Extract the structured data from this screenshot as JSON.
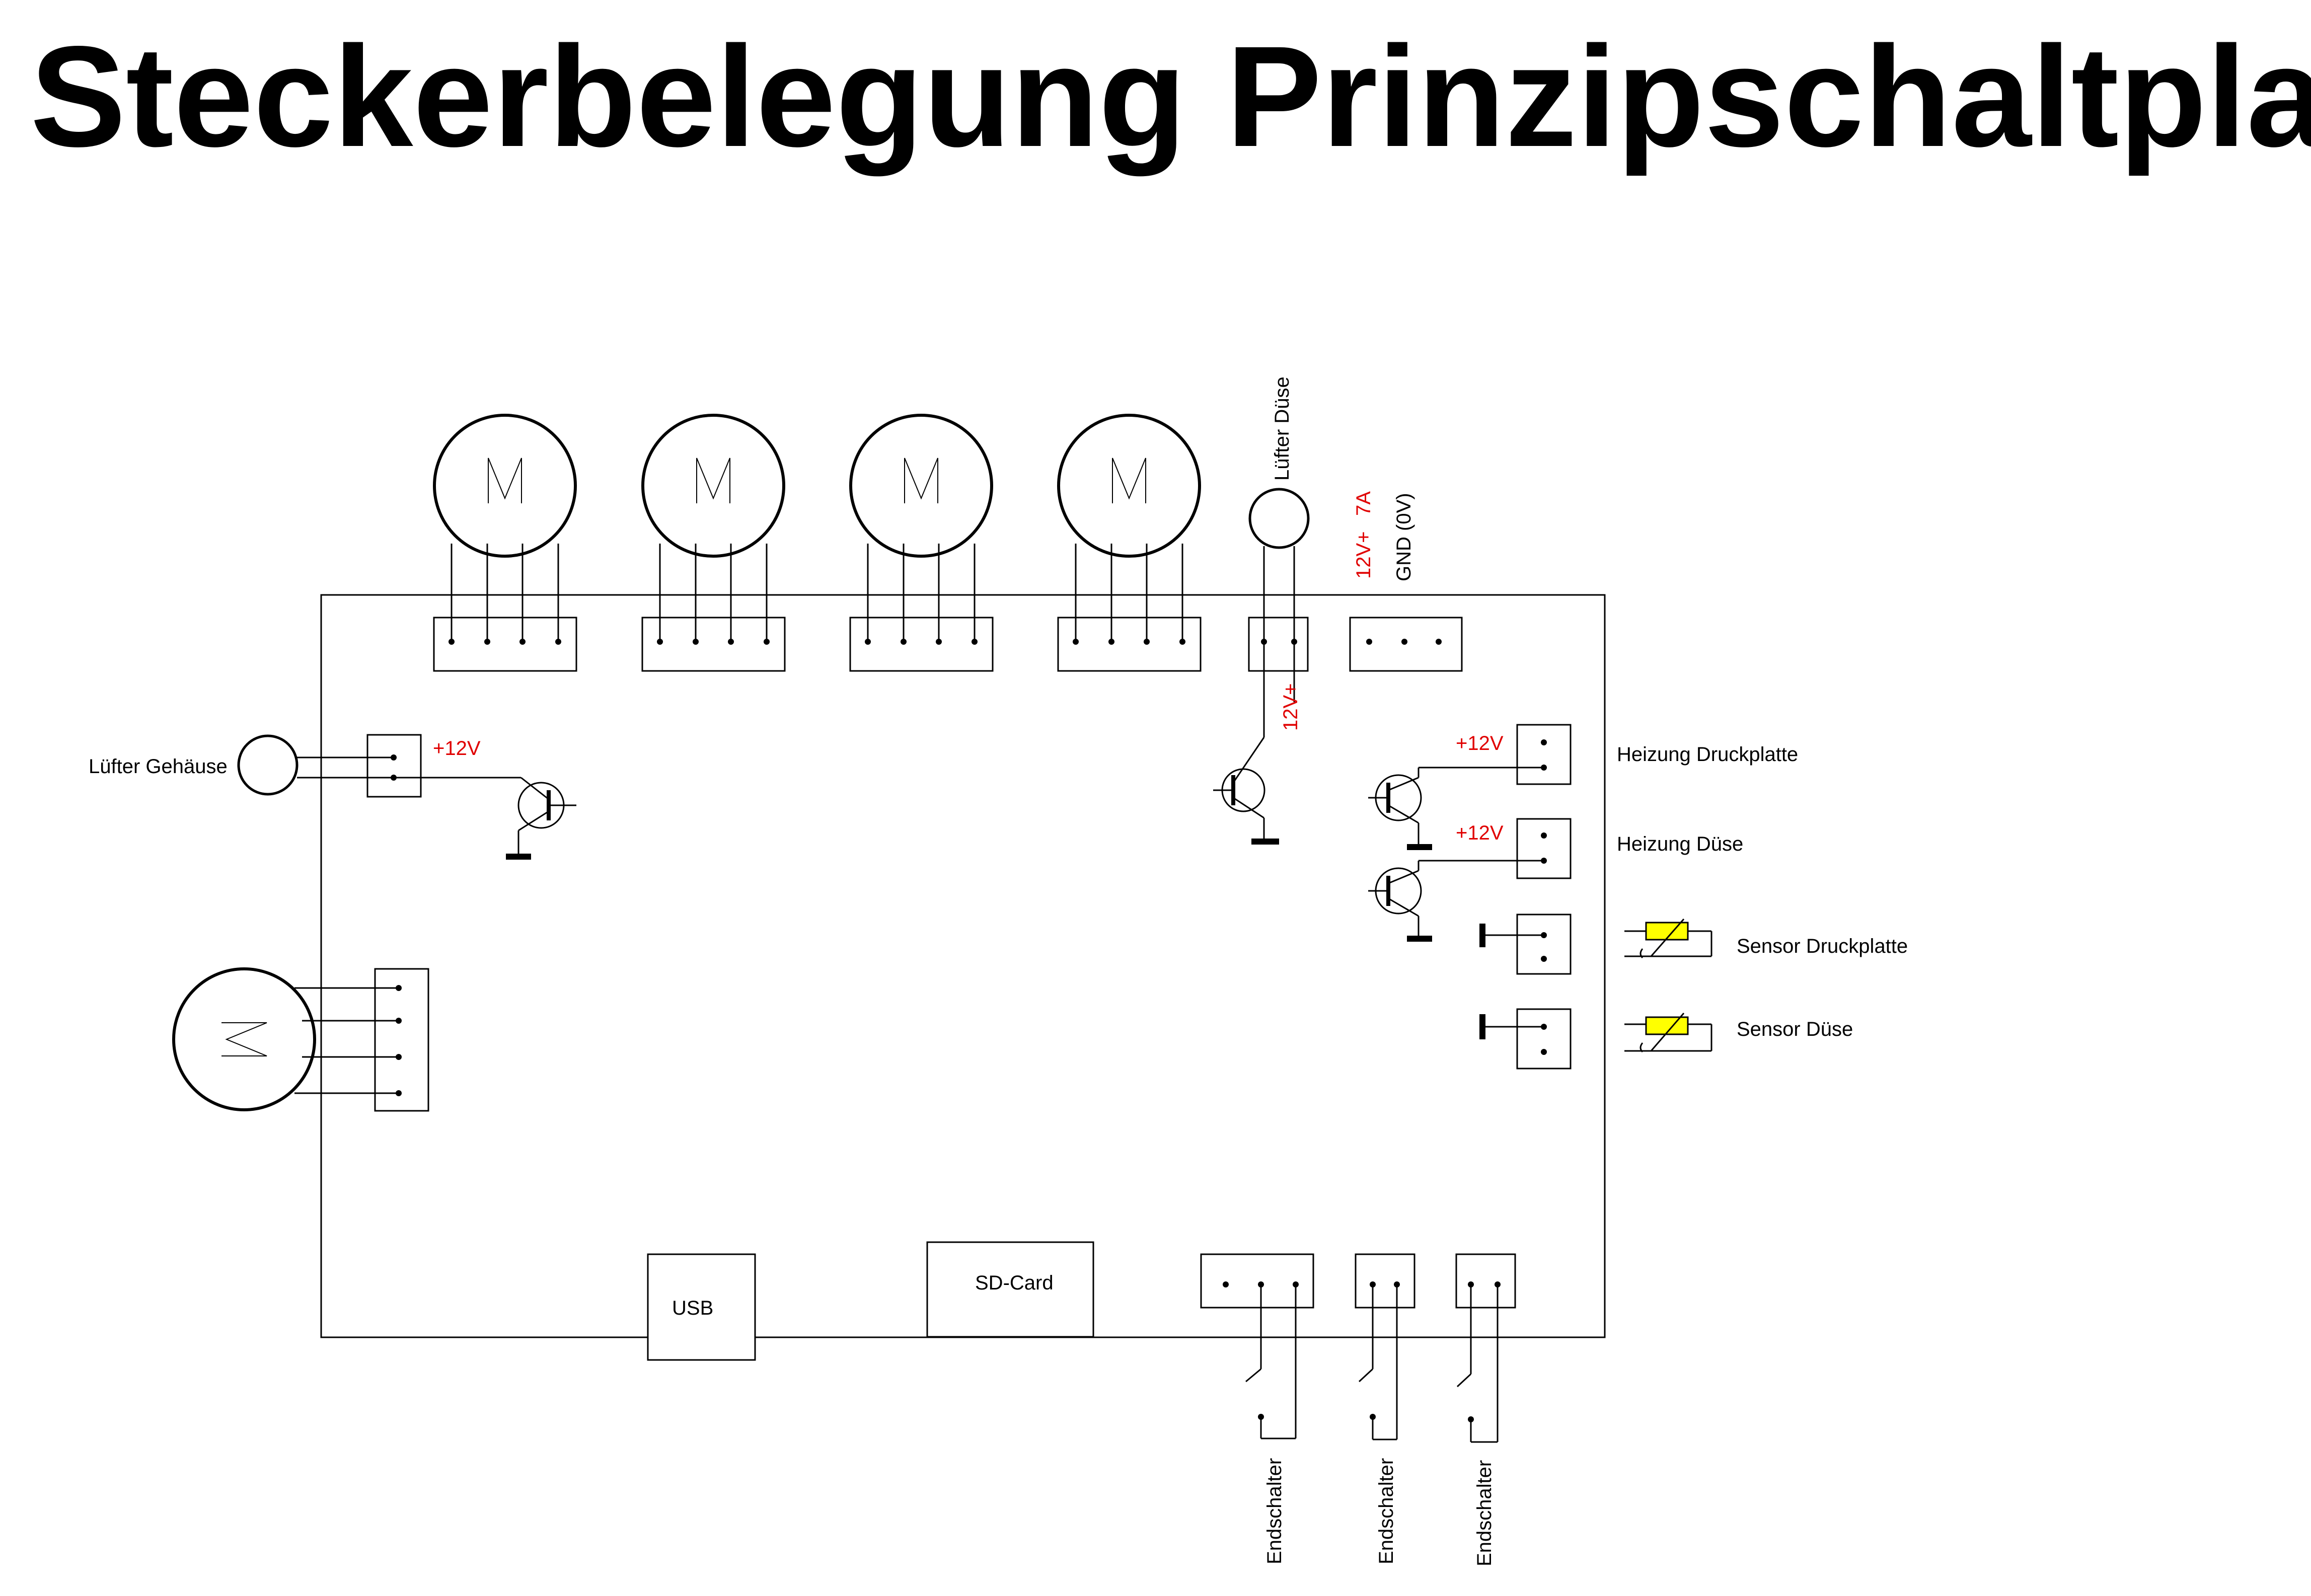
{
  "title": "Steckerbelegung Prinzipschaltplan",
  "motors": {
    "symbol": "M"
  },
  "labels": {
    "fan_nozzle": "Lüfter Düse",
    "power_12v": "12V+",
    "power_7a": "7A",
    "gnd": "GND (0V)",
    "fan_nozzle_12v": "12V+",
    "fan_case": "Lüfter Gehäuse",
    "fan_case_12v": "+12V",
    "heat_bed_12v": "+12V",
    "heat_nozzle_12v": "+12V",
    "heat_bed": "Heizung Druckplatte",
    "heat_nozzle": "Heizung Düse",
    "sensor_bed": "Sensor Druckplatte",
    "sensor_nozzle": "Sensor Düse",
    "usb": "USB",
    "sdcard": "SD-Card",
    "endstop_1": "Endschalter",
    "endstop_2": "Endschalter",
    "endstop_3": "Endschalter"
  },
  "colors": {
    "line": "#000000",
    "voltage_label": "#e00000",
    "thermistor_fill": "#ffff00"
  }
}
